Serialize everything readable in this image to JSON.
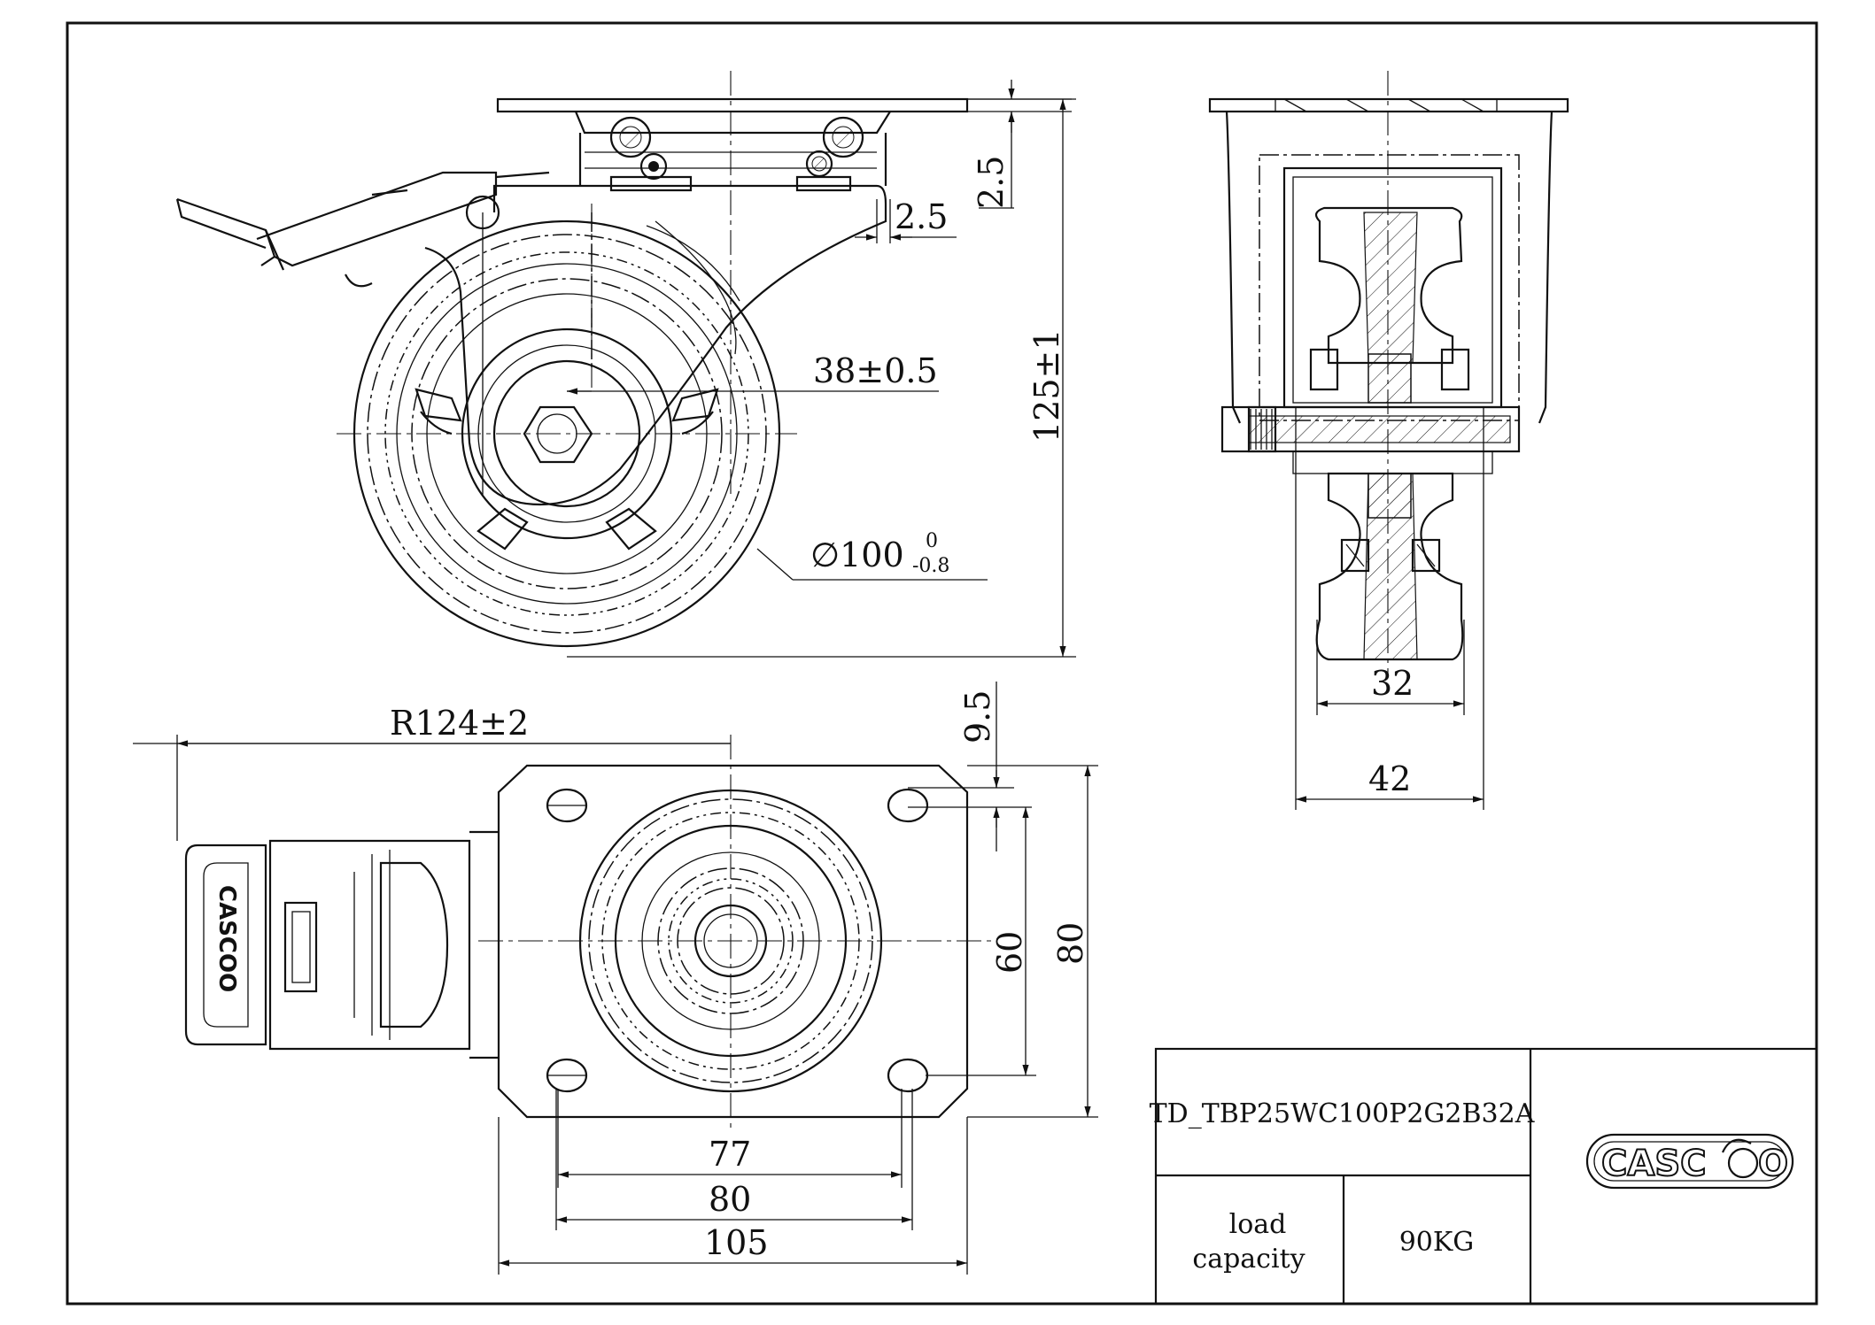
{
  "part_number": "TD_TBP25WC100P2G2B32A",
  "load_capacity_label": "load capacity",
  "load_capacity_label_lines": [
    "load",
    "capacity"
  ],
  "load_capacity_value": "90KG",
  "brand": "CASCOO",
  "brand_parts": [
    "CASC",
    "O"
  ],
  "dimensions": {
    "top_plate_gap": "2.5",
    "side_gap": "2.5",
    "offset": "38±0.5",
    "wheel_diameter": "∅100",
    "wheel_tol_upper": "0",
    "wheel_tol_lower": "-0.8",
    "overall_height": "125±1",
    "swivel_radius": "R124±2",
    "plate_edge_to_hole": "9.5",
    "hole_spacing_y": "60",
    "plate_width_y": "80",
    "hole_spacing_x_a": "77",
    "hole_spacing_x_b": "80",
    "plate_length": "105",
    "wheel_width": "32",
    "fork_width": "42"
  },
  "colors": {
    "line": "#111111",
    "background": "#ffffff"
  }
}
